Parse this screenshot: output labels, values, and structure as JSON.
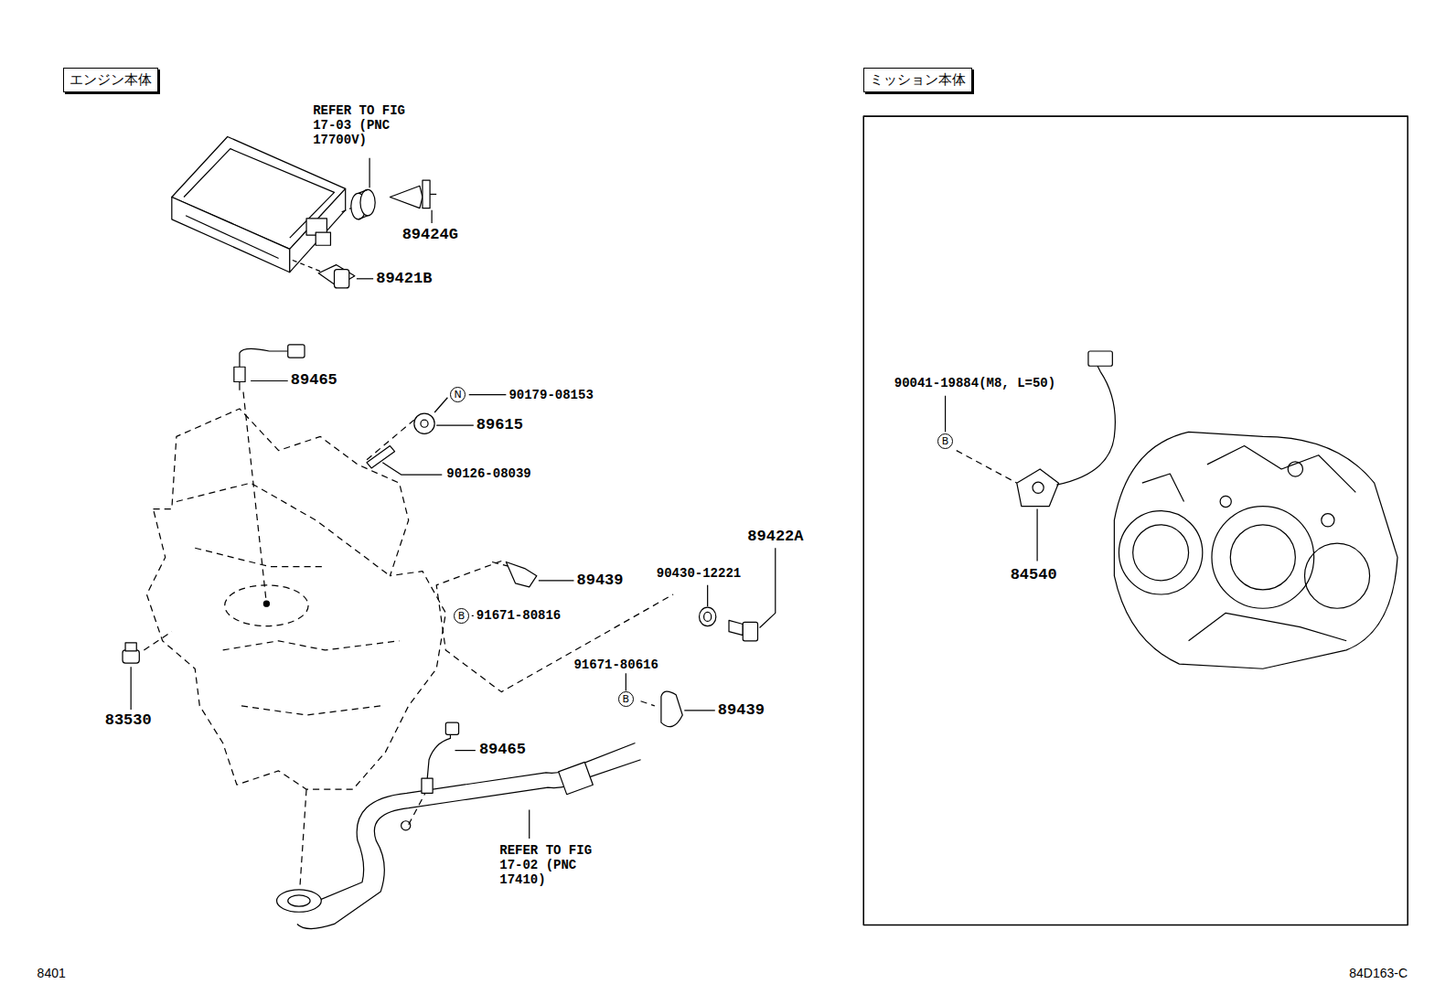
{
  "diagram": {
    "nodes": [
      {
        "text": [
          "エンジン本体"
        ]
      },
      {
        "text": [
          "ミッション本体"
        ]
      },
      {
        "text": [
          "N"
        ]
      },
      {
        "text": [
          "B"
        ]
      },
      {
        "text": [
          "B"
        ]
      },
      {
        "text": [
          "B"
        ]
      }
    ],
    "labels": [
      "REFER TO FIG 17-03 (PNC 17700V)",
      "89424G",
      "89421B",
      "89465",
      "90179-08153",
      "89615",
      "90041-19884(M8, L=50)",
      "90126-08039",
      "89422A",
      "90430-12221",
      "89439",
      "91671-80816",
      "84540",
      "91671-80616",
      "89439",
      "83530",
      "89465",
      "REFER TO FIG 17-02 (PNC 17410)",
      "8401",
      "84D163-C"
    ]
  }
}
